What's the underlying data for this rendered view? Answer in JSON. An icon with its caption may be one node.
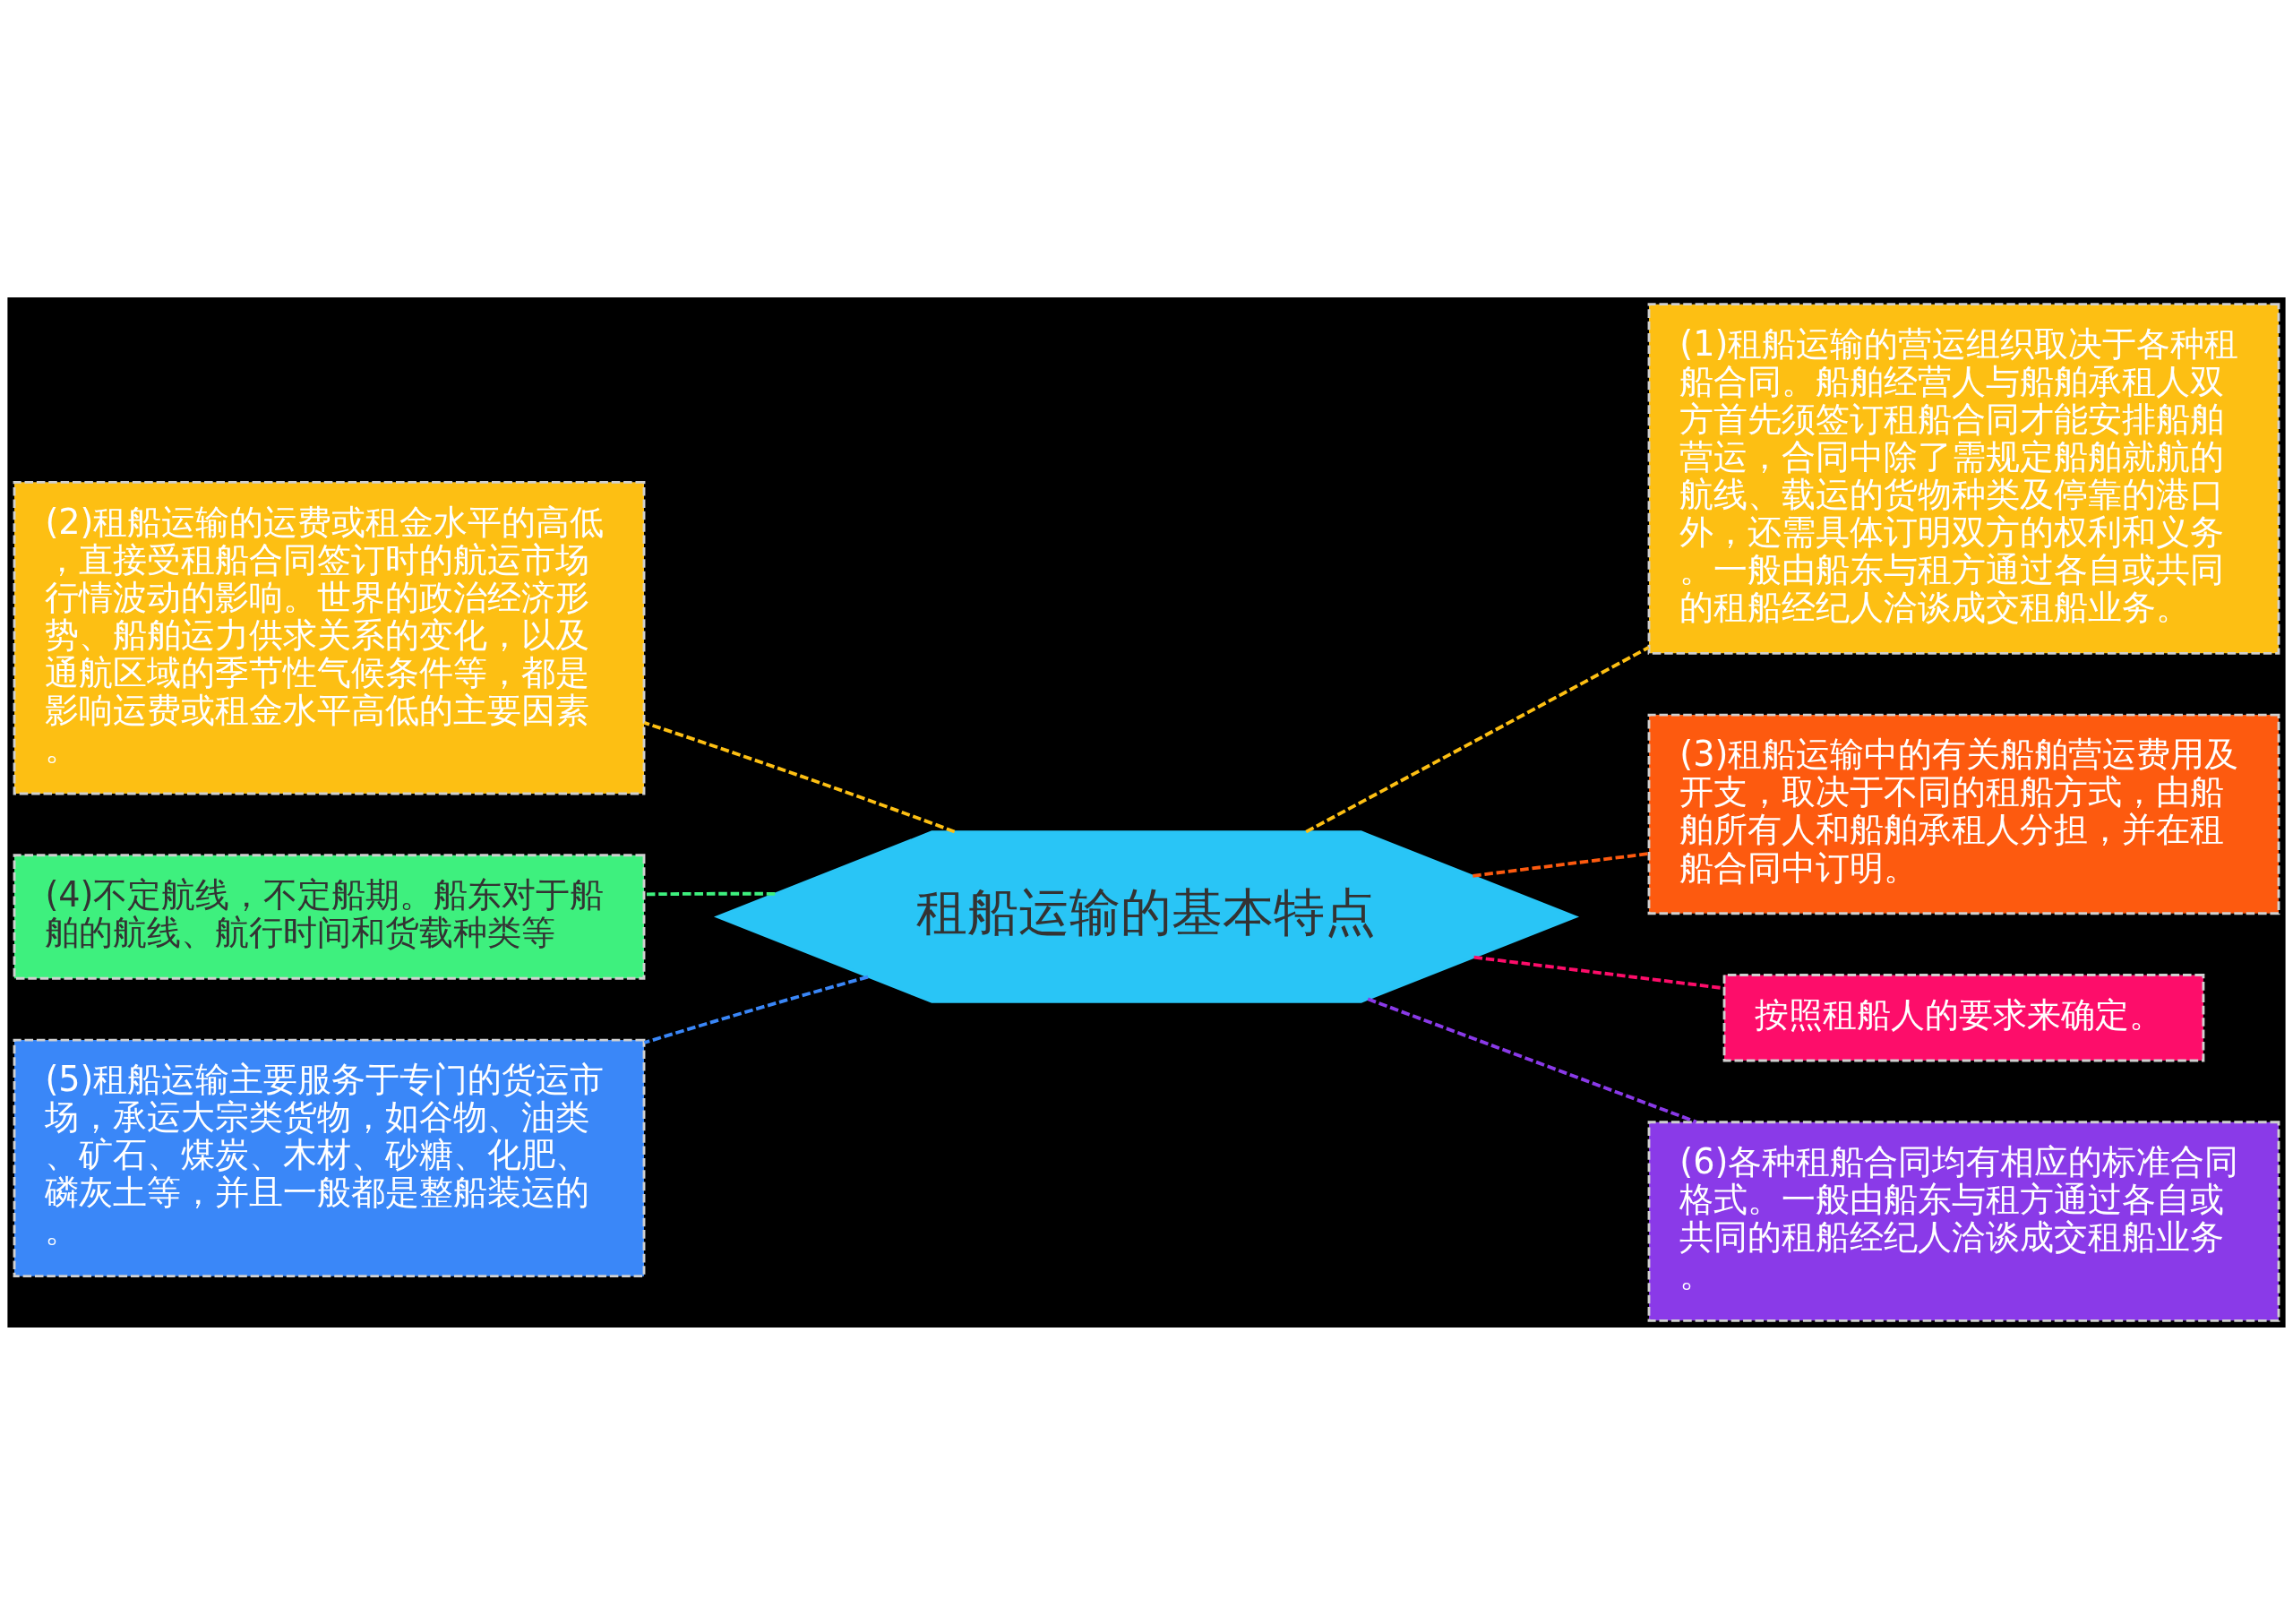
{
  "diagram": {
    "nodes": [
      {
        "text": [
          "租船运输的基本特点"
        ]
      },
      {
        "text": [
          "(2)租船运输的运费或租金水平的高低，直接受租船合同签订时的航运市场行情波动的影响。世界的政治经济形势、船舶运力供求关系的变化，以及通航区域的季节性气候条件等，都是影响运费或租金水平高低的主要因素。"
        ]
      },
      {
        "text": [
          "(4)不定航线，不定船期。船东对于船舶的航线、航行时间和货载种类等"
        ]
      },
      {
        "text": [
          "(5)租船运输主要服务于专门的货运市场，承运大宗类货物，如谷物、油类、矿石、煤炭、木材、砂糖、化肥、磷灰土等，并且一般都是整船装运的。"
        ]
      },
      {
        "text": [
          "(1)租船运输的营运组织取决于各种租船合同。船舶经营人与船舶承租人双方首先须签订租船合同才能安排船舶营运，合同中除了需规定船舶就航的航线、载运的货物种类及停靠的港口外，还需具体订明双方的权利和义务。一般由船东与租方通过各自或共同的租船经纪人洽谈成交租船业务。"
        ]
      },
      {
        "text": [
          "(3)租船运输中的有关船舶营运费用及开支，取决于不同的租船方式，由船舶所有人和船舶承租人分担，并在租船合同中订明。"
        ]
      },
      {
        "text": [
          "按照租船人的要求来确定。"
        ]
      },
      {
        "text": [
          "(6)各种租船合同均有相应的标准合同格式。一般由船东与租方通过各自或共同的租船经纪人洽谈成交租船业务。"
        ]
      }
    ],
    "edges": [
      {
        "from": 0,
        "to": 1,
        "arrow": "none",
        "style": "dashed",
        "color": "#fdbf13"
      },
      {
        "from": 0,
        "to": 2,
        "arrow": "none",
        "style": "dashed",
        "color": "#3ef07e"
      },
      {
        "from": 0,
        "to": 3,
        "arrow": "none",
        "style": "dashed",
        "color": "#3a87f8"
      },
      {
        "from": 0,
        "to": 4,
        "arrow": "none",
        "style": "dashed",
        "color": "#fdbf13"
      },
      {
        "from": 0,
        "to": 5,
        "arrow": "none",
        "style": "dashed",
        "color": "#fd5a0f"
      },
      {
        "from": 0,
        "to": 6,
        "arrow": "none",
        "style": "dashed",
        "color": "#fd0d6a"
      },
      {
        "from": 0,
        "to": 7,
        "arrow": "none",
        "style": "dashed",
        "color": "#8a3ae8"
      }
    ]
  }
}
